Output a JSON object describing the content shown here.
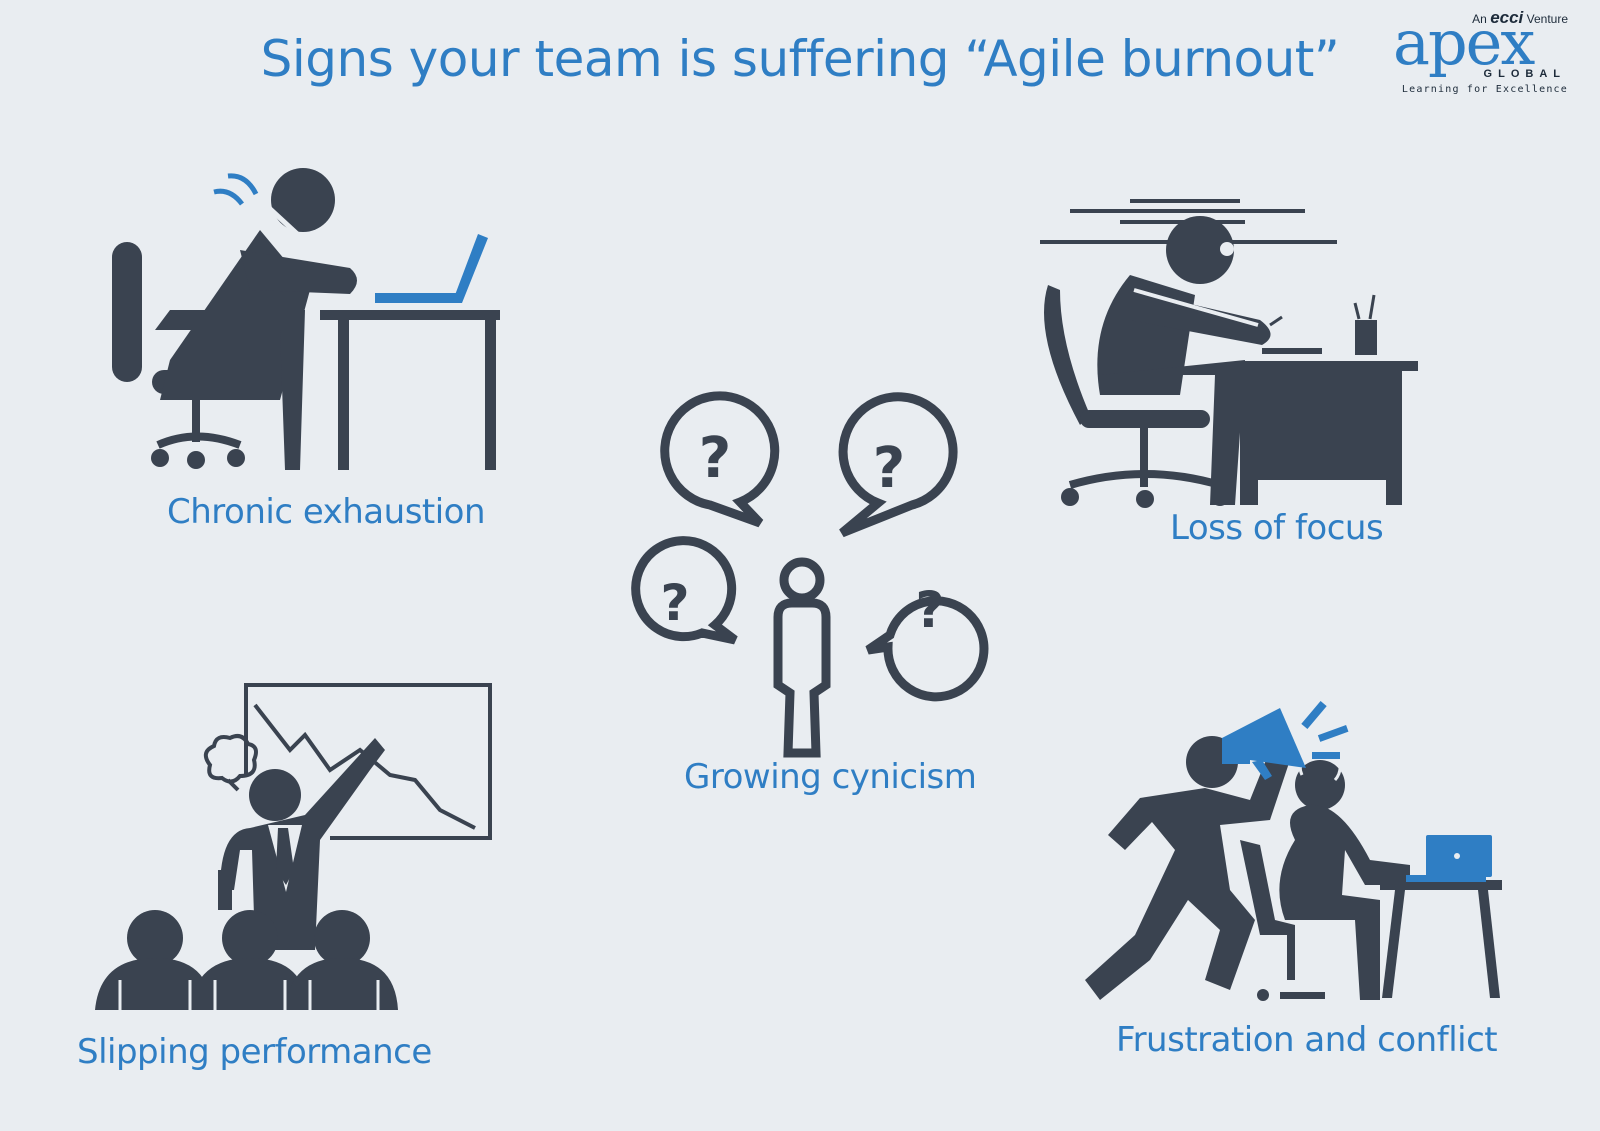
{
  "header": {
    "title": "Signs your team is suffering “Agile burnout”"
  },
  "logo": {
    "venture_prefix": "An",
    "venture_brand": "ecci",
    "venture_suffix": "Venture",
    "brand": "apex",
    "sub": "GLOBAL",
    "tagline": "Learning for Excellence"
  },
  "signs": [
    {
      "label": "Chronic exhaustion",
      "icon": "exhausted-worker-icon"
    },
    {
      "label": "Loss of focus",
      "icon": "distracted-worker-icon"
    },
    {
      "label": "Growing cynicism",
      "icon": "questioning-person-icon"
    },
    {
      "label": "Slipping performance",
      "icon": "declining-chart-presenter-icon"
    },
    {
      "label": "Frustration and conflict",
      "icon": "megaphone-shouting-icon"
    }
  ],
  "colors": {
    "accent": "#2f7ec4",
    "icon": "#3a4350",
    "background": "#e9edf1"
  }
}
